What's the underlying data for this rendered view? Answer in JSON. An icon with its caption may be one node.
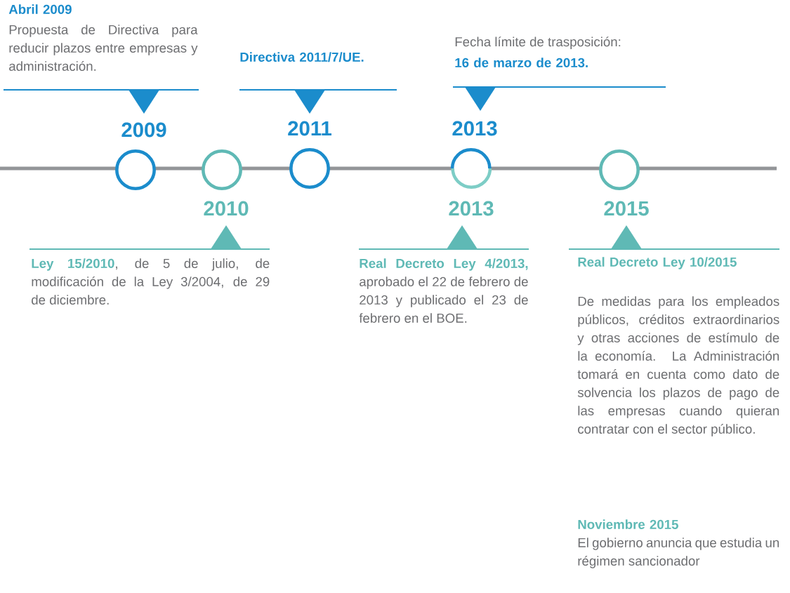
{
  "diagram": {
    "nodes": [
      {
        "text": [],
        "shape": "circle",
        "beside": [
          "2009"
        ]
      },
      {
        "text": [],
        "shape": "circle",
        "beside": [
          "2010"
        ]
      },
      {
        "text": [],
        "shape": "circle",
        "beside": [
          "2011"
        ]
      },
      {
        "text": [],
        "shape": "circle",
        "beside": [
          "2013",
          "2013"
        ]
      },
      {
        "text": [],
        "shape": "circle",
        "beside": [
          "2015"
        ]
      }
    ],
    "labels": [
      "Abril 2009",
      "Propuesta de Directiva para reducir plazos entre empresas y administración.",
      "Directiva 2011/7/UE.",
      "Fecha límite de trasposición:",
      "16 de marzo de 2013.",
      "**Ley 15/2010**, de 5 de julio, de modificación de la Ley 3/2004, de 29 de diciembre.",
      "**Real Decreto Ley 4/2013,** aprobado el 22 de febrero de 2013 y publicado el 23 de febrero en el BOE.",
      "Real Decreto Ley 10/2015",
      "De medidas para los empleados públicos, créditos extraordinarios y otras acciones de estímulo de la economía. La Administración tomará en cuenta como dato de solvencia los plazos de pago de las empresas cuando quieran contratar con el sector público.",
      "Noviembre 2015",
      "El gobierno anuncia que estudia un régimen sancionador"
    ]
  }
}
